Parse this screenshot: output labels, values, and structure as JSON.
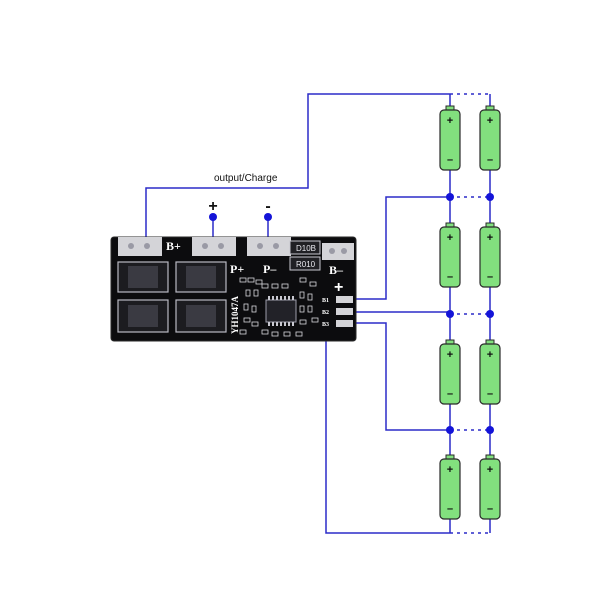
{
  "diagram": {
    "output_label": "output/Charge",
    "positive_terminal": "+",
    "negative_terminal": "-"
  },
  "board": {
    "pad_bplus": "B+",
    "pad_pplus": "P+",
    "pad_pminus": "P–",
    "pad_bminus": "B–",
    "plus_sign": "+",
    "model": "YH1047A",
    "resistor_1": "D10B",
    "resistor_2": "R010",
    "cell_pin_labels": [
      "B1",
      "B2",
      "B3"
    ]
  },
  "battery": {
    "plus_sign": "+",
    "minus_sign": "–"
  },
  "colors": {
    "wire": "#2b2bc8",
    "node": "#1414d8",
    "battery_fill": "#82e07e",
    "battery_stroke": "#2a2a2a",
    "pcb": "#0c0c0e"
  }
}
